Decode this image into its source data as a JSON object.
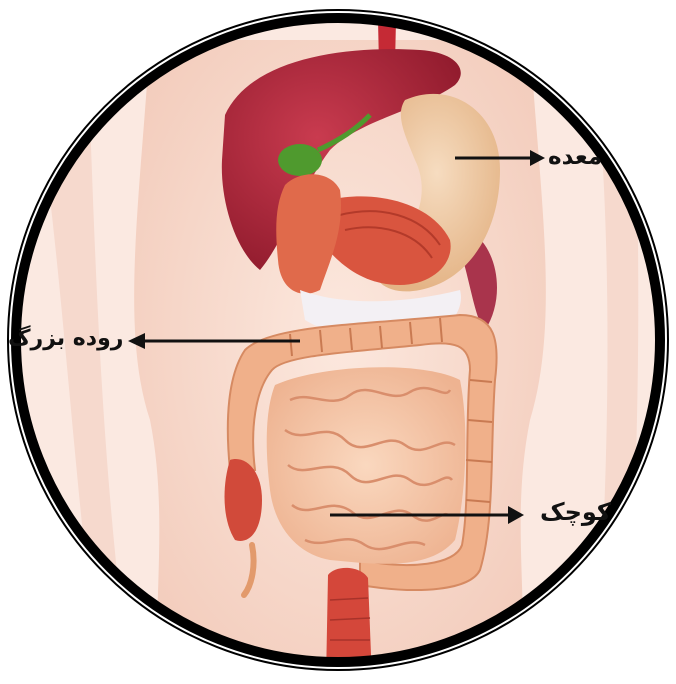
{
  "labels": {
    "stomach": "معده",
    "large_intestine": "روده بزرگ",
    "small_intestine": "کوچک"
  },
  "colors": {
    "skin": "#f7dccf",
    "liver": "#b3243a",
    "stomach": "#f2c9a0",
    "large_intestine": "#f0b08a",
    "small_intestine": "#f6c7a8",
    "gallbladder": "#4f9a2e",
    "frame": "#000000"
  }
}
